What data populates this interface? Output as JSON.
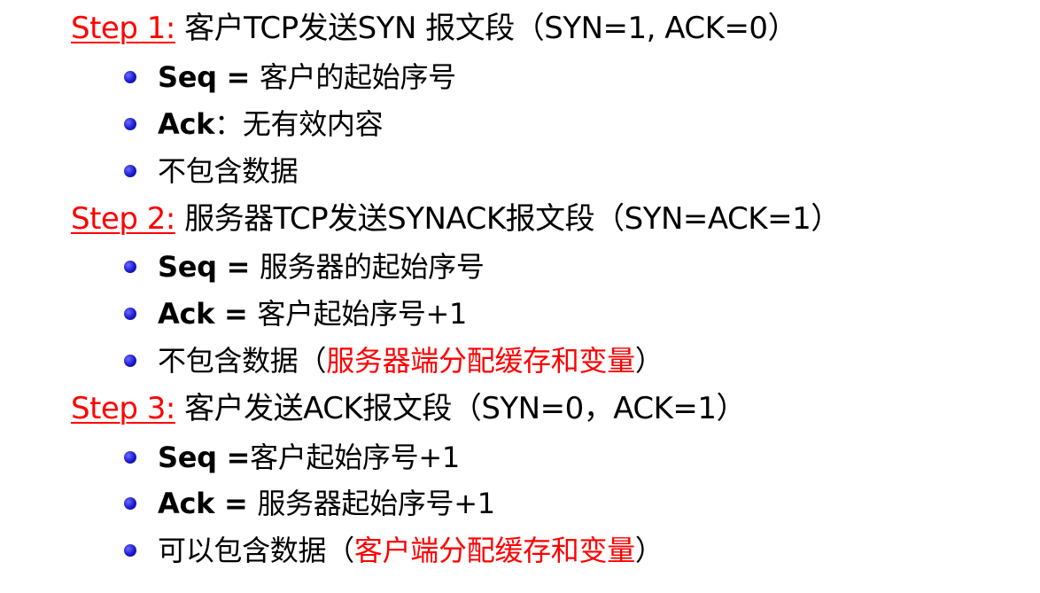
{
  "steps": [
    {
      "label": "Step 1:",
      "text": " 客户TCP发送SYN 报文段（SYN=1, ACK=0）",
      "bullets": [
        {
          "bold": "Seq = ",
          "text": "客户的起始序号",
          "red": "",
          "tail": ""
        },
        {
          "bold": "Ack",
          "text": "：无有效内容",
          "red": "",
          "tail": ""
        },
        {
          "bold": "",
          "text": "不包含数据",
          "red": "",
          "tail": ""
        }
      ]
    },
    {
      "label": "Step 2:",
      "text": " 服务器TCP发送SYNACK报文段（SYN=ACK=1）",
      "bullets": [
        {
          "bold": "Seq = ",
          "text": "服务器的起始序号",
          "red": "",
          "tail": ""
        },
        {
          "bold": "Ack = ",
          "text": "客户起始序号+1",
          "red": "",
          "tail": ""
        },
        {
          "bold": "",
          "text": "不包含数据（",
          "red": "服务器端分配缓存和变量",
          "tail": "）"
        }
      ]
    },
    {
      "label": "Step 3:",
      "text": " 客户发送ACK报文段（SYN=0，ACK=1）",
      "bullets": [
        {
          "bold": "Seq =",
          "text": "客户起始序号+1",
          "red": "",
          "tail": ""
        },
        {
          "bold": "Ack = ",
          "text": "服务器起始序号+1",
          "red": "",
          "tail": ""
        },
        {
          "bold": "",
          "text": "可以包含数据（",
          "red": "客户端分配缓存和变量",
          "tail": "）"
        }
      ]
    }
  ],
  "colors": {
    "step_label": "#ff0000",
    "highlight": "#ff0000",
    "bullet": "#1a1ad0",
    "text": "#000000"
  },
  "icons": {
    "bullet": "blue-circle-bullet-icon"
  }
}
